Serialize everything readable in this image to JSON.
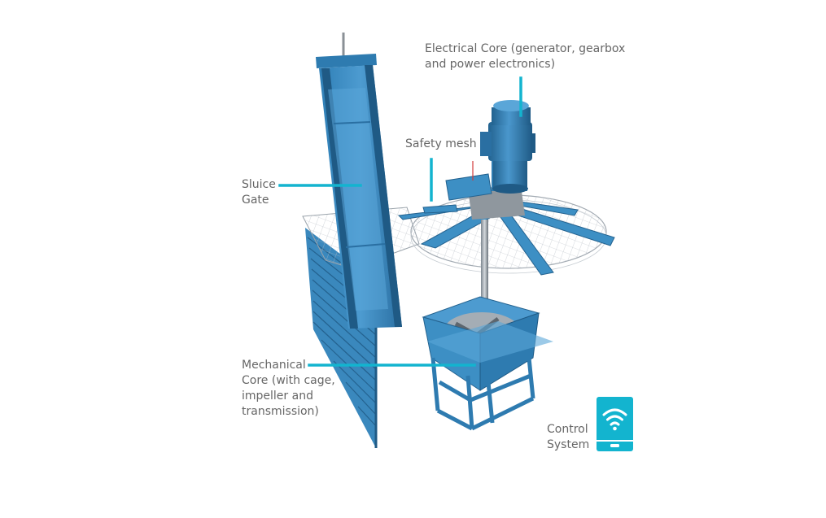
{
  "colors": {
    "accent": "#13b4cf",
    "steel_blue": "#3d8fc4",
    "steel_dark": "#24628f",
    "label_text": "#666666",
    "background": "#ffffff"
  },
  "labels": {
    "electrical_core": [
      "Electrical Core (generator, gearbox",
      "and power electronics)"
    ],
    "safety_mesh": [
      "Safety mesh"
    ],
    "sluice_gate": [
      "Sluice",
      "Gate"
    ],
    "mechanical_core": [
      "Mechanical",
      "Core (with cage,",
      "impeller and",
      "transmission)"
    ],
    "control_system": [
      "Control",
      "System"
    ]
  },
  "icons": {
    "control_system": "wifi-tablet-icon"
  }
}
